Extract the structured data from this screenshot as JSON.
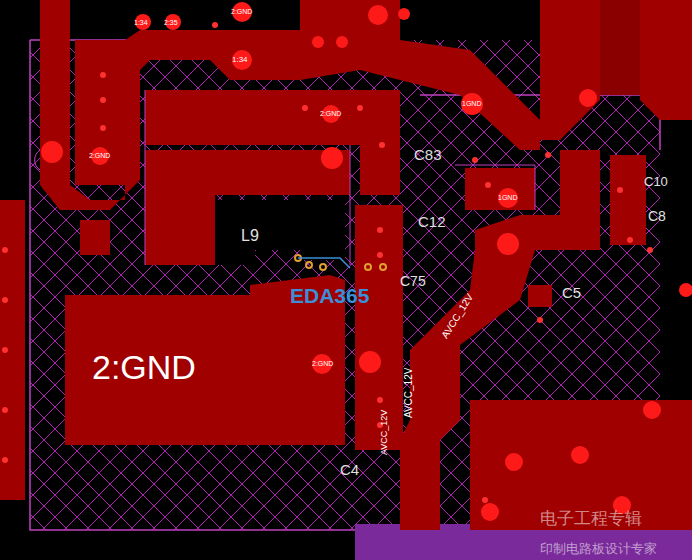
{
  "diagram": {
    "labels": [
      "1:34",
      "2:35",
      "2:GND",
      "1:34",
      "2:GND",
      "2:GND",
      "1GND",
      "1GND",
      "L9",
      "C83",
      "C12",
      "C10",
      "C8",
      "C75",
      "EDA365",
      "C5",
      "2:GND",
      "2:GND",
      "C4",
      "AVCC_12V",
      "AVCC_12V",
      "AVCC_12V",
      "电子工程专辑",
      "印制电路板设计专家"
    ]
  }
}
